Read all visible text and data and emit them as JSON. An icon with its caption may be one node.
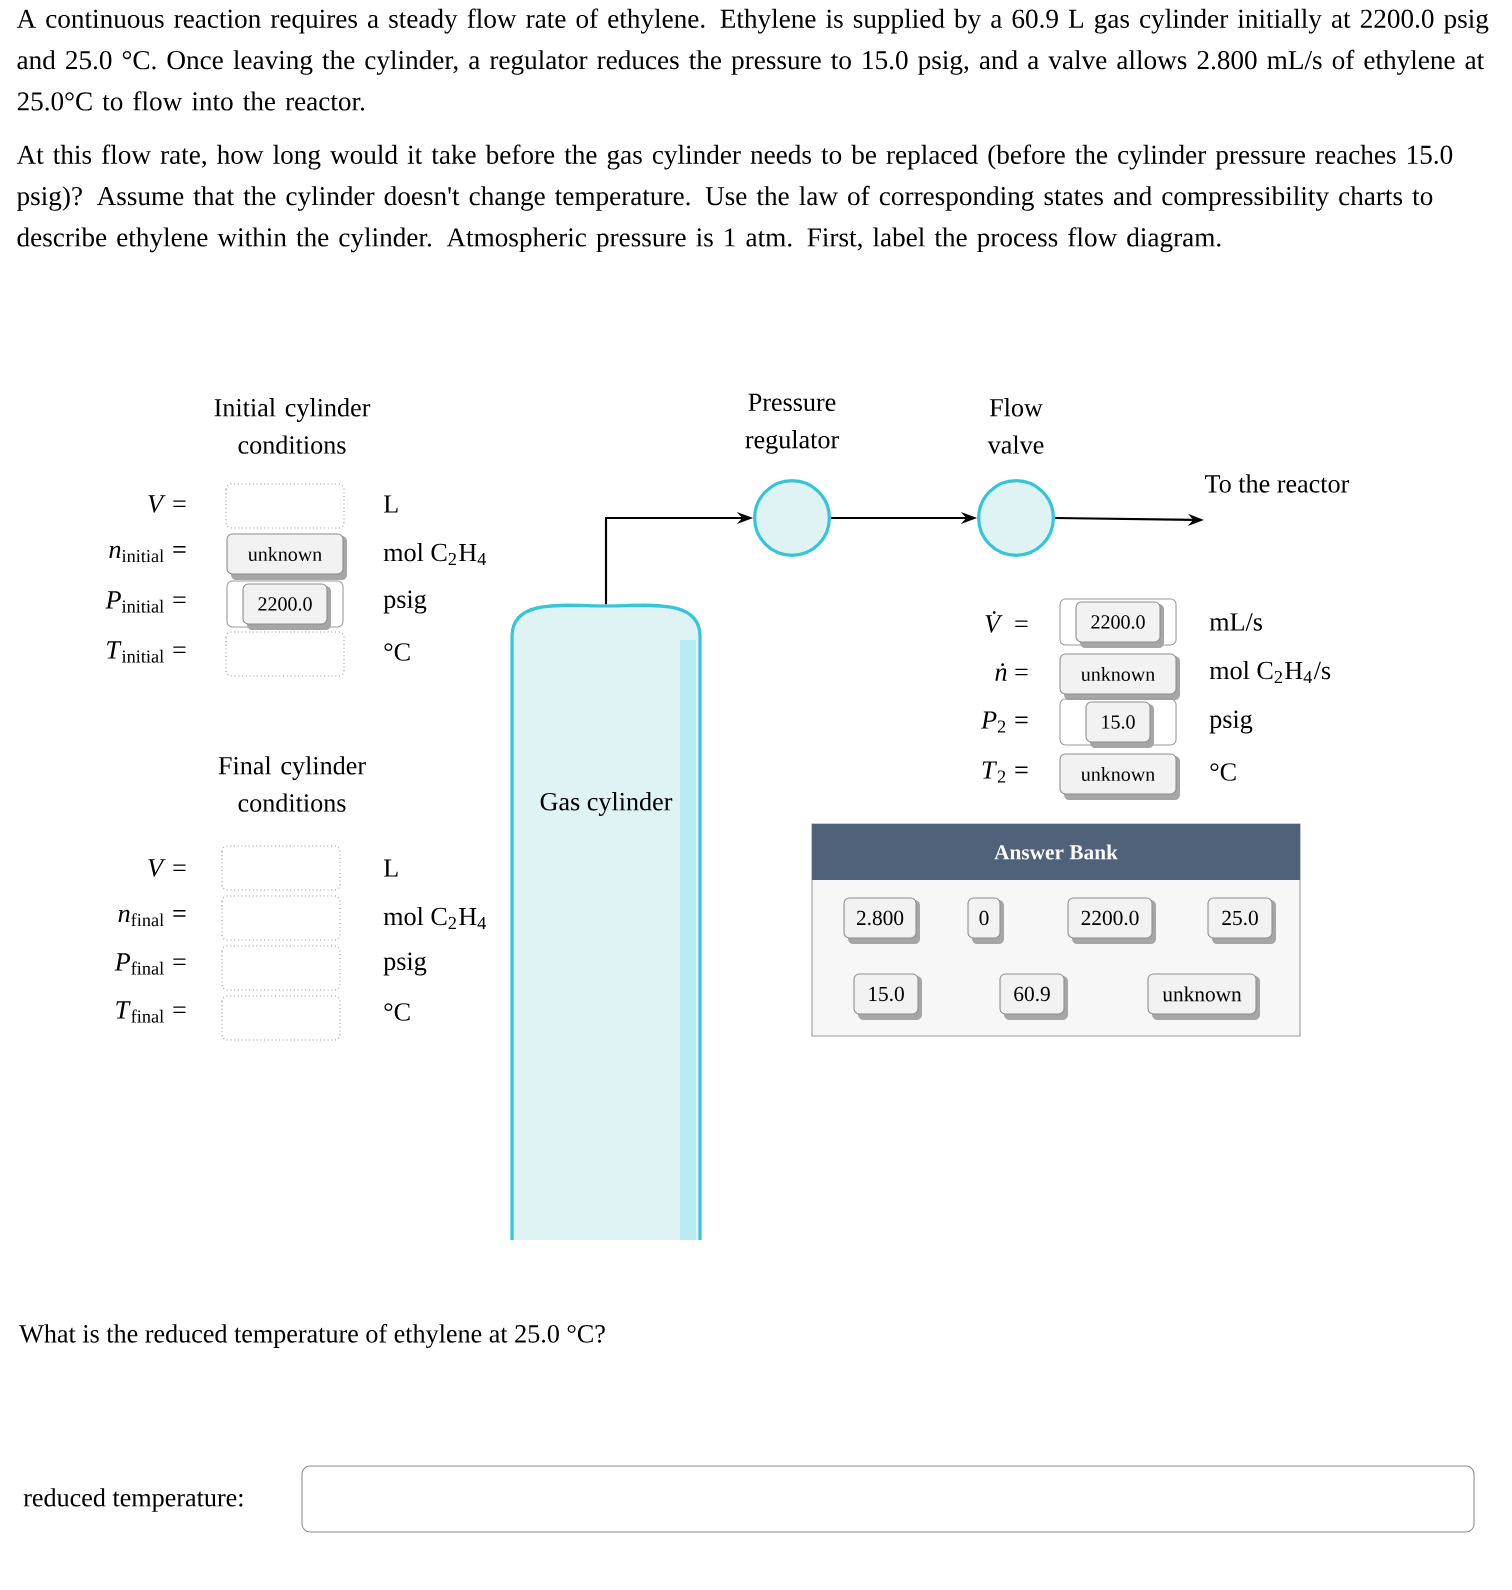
{
  "diagram": {
    "nodes": [
      {
        "text": [
          "Gas cylinder"
        ]
      },
      {
        "text": [
          "Pressure regulator"
        ]
      },
      {
        "text": [
          "Flow valve"
        ]
      },
      {
        "text": [
          "To the reactor"
        ]
      }
    ],
    "edges": [
      {
        "from": 0,
        "to": 1,
        "arrow": "to"
      },
      {
        "from": 1,
        "to": 2,
        "arrow": "to"
      },
      {
        "from": 2,
        "to": 3,
        "arrow": "to"
      }
    ],
    "labels": [
      "A continuous reaction requires a steady flow rate of ethylene. Ethylene is supplied by a 60.9 L gas cylinder initially at 2200.0 psig and 25.0 °C. Once leaving the cylinder, a regulator reduces the pressure to 15.0 psig, and a valve allows 2.800 mL/s of ethylene at 25.0°C to flow into the reactor.",
      "At this flow rate, how long would it take before the gas cylinder needs to be replaced (before the cylinder pressure reaches 15.0 psig)? Assume that the cylinder doesn't change temperature. Use the law of corresponding states and compressibility charts to describe ethylene within the cylinder. Atmospheric pressure is 1 atm. First, label the process flow diagram.",
      "Initial cylinder conditions",
      "*V* =",
      "L",
      "*n*$_{initial}$ =",
      "unknown",
      "mol C$_{2}$H$_{4}$",
      "*P*$_{initial}$ =",
      "2200.0",
      "psig",
      "*T*$_{initial}$ =",
      "°C",
      "Final cylinder conditions",
      "*V* =",
      "L",
      "*n*$_{final}$ =",
      "mol C$_{2}$H$_{4}$",
      "*P*$_{final}$ =",
      "psig",
      "*T*$_{final}$ =",
      "°C",
      "*V̇* =",
      "2200.0",
      "mL/s",
      "*ṅ* =",
      "unknown",
      "mol C$_{2}$H$_{4}$/s",
      "*P*$_{2}$ =",
      "15.0",
      "psig",
      "*T*$_{2}$ =",
      "unknown",
      "°C",
      "Answer Bank",
      "2.800",
      "0",
      "2200.0",
      "25.0",
      "15.0",
      "60.9",
      "unknown",
      "What is the reduced temperature of ethylene at 25.0 °C?",
      "reduced temperature:"
    ]
  }
}
